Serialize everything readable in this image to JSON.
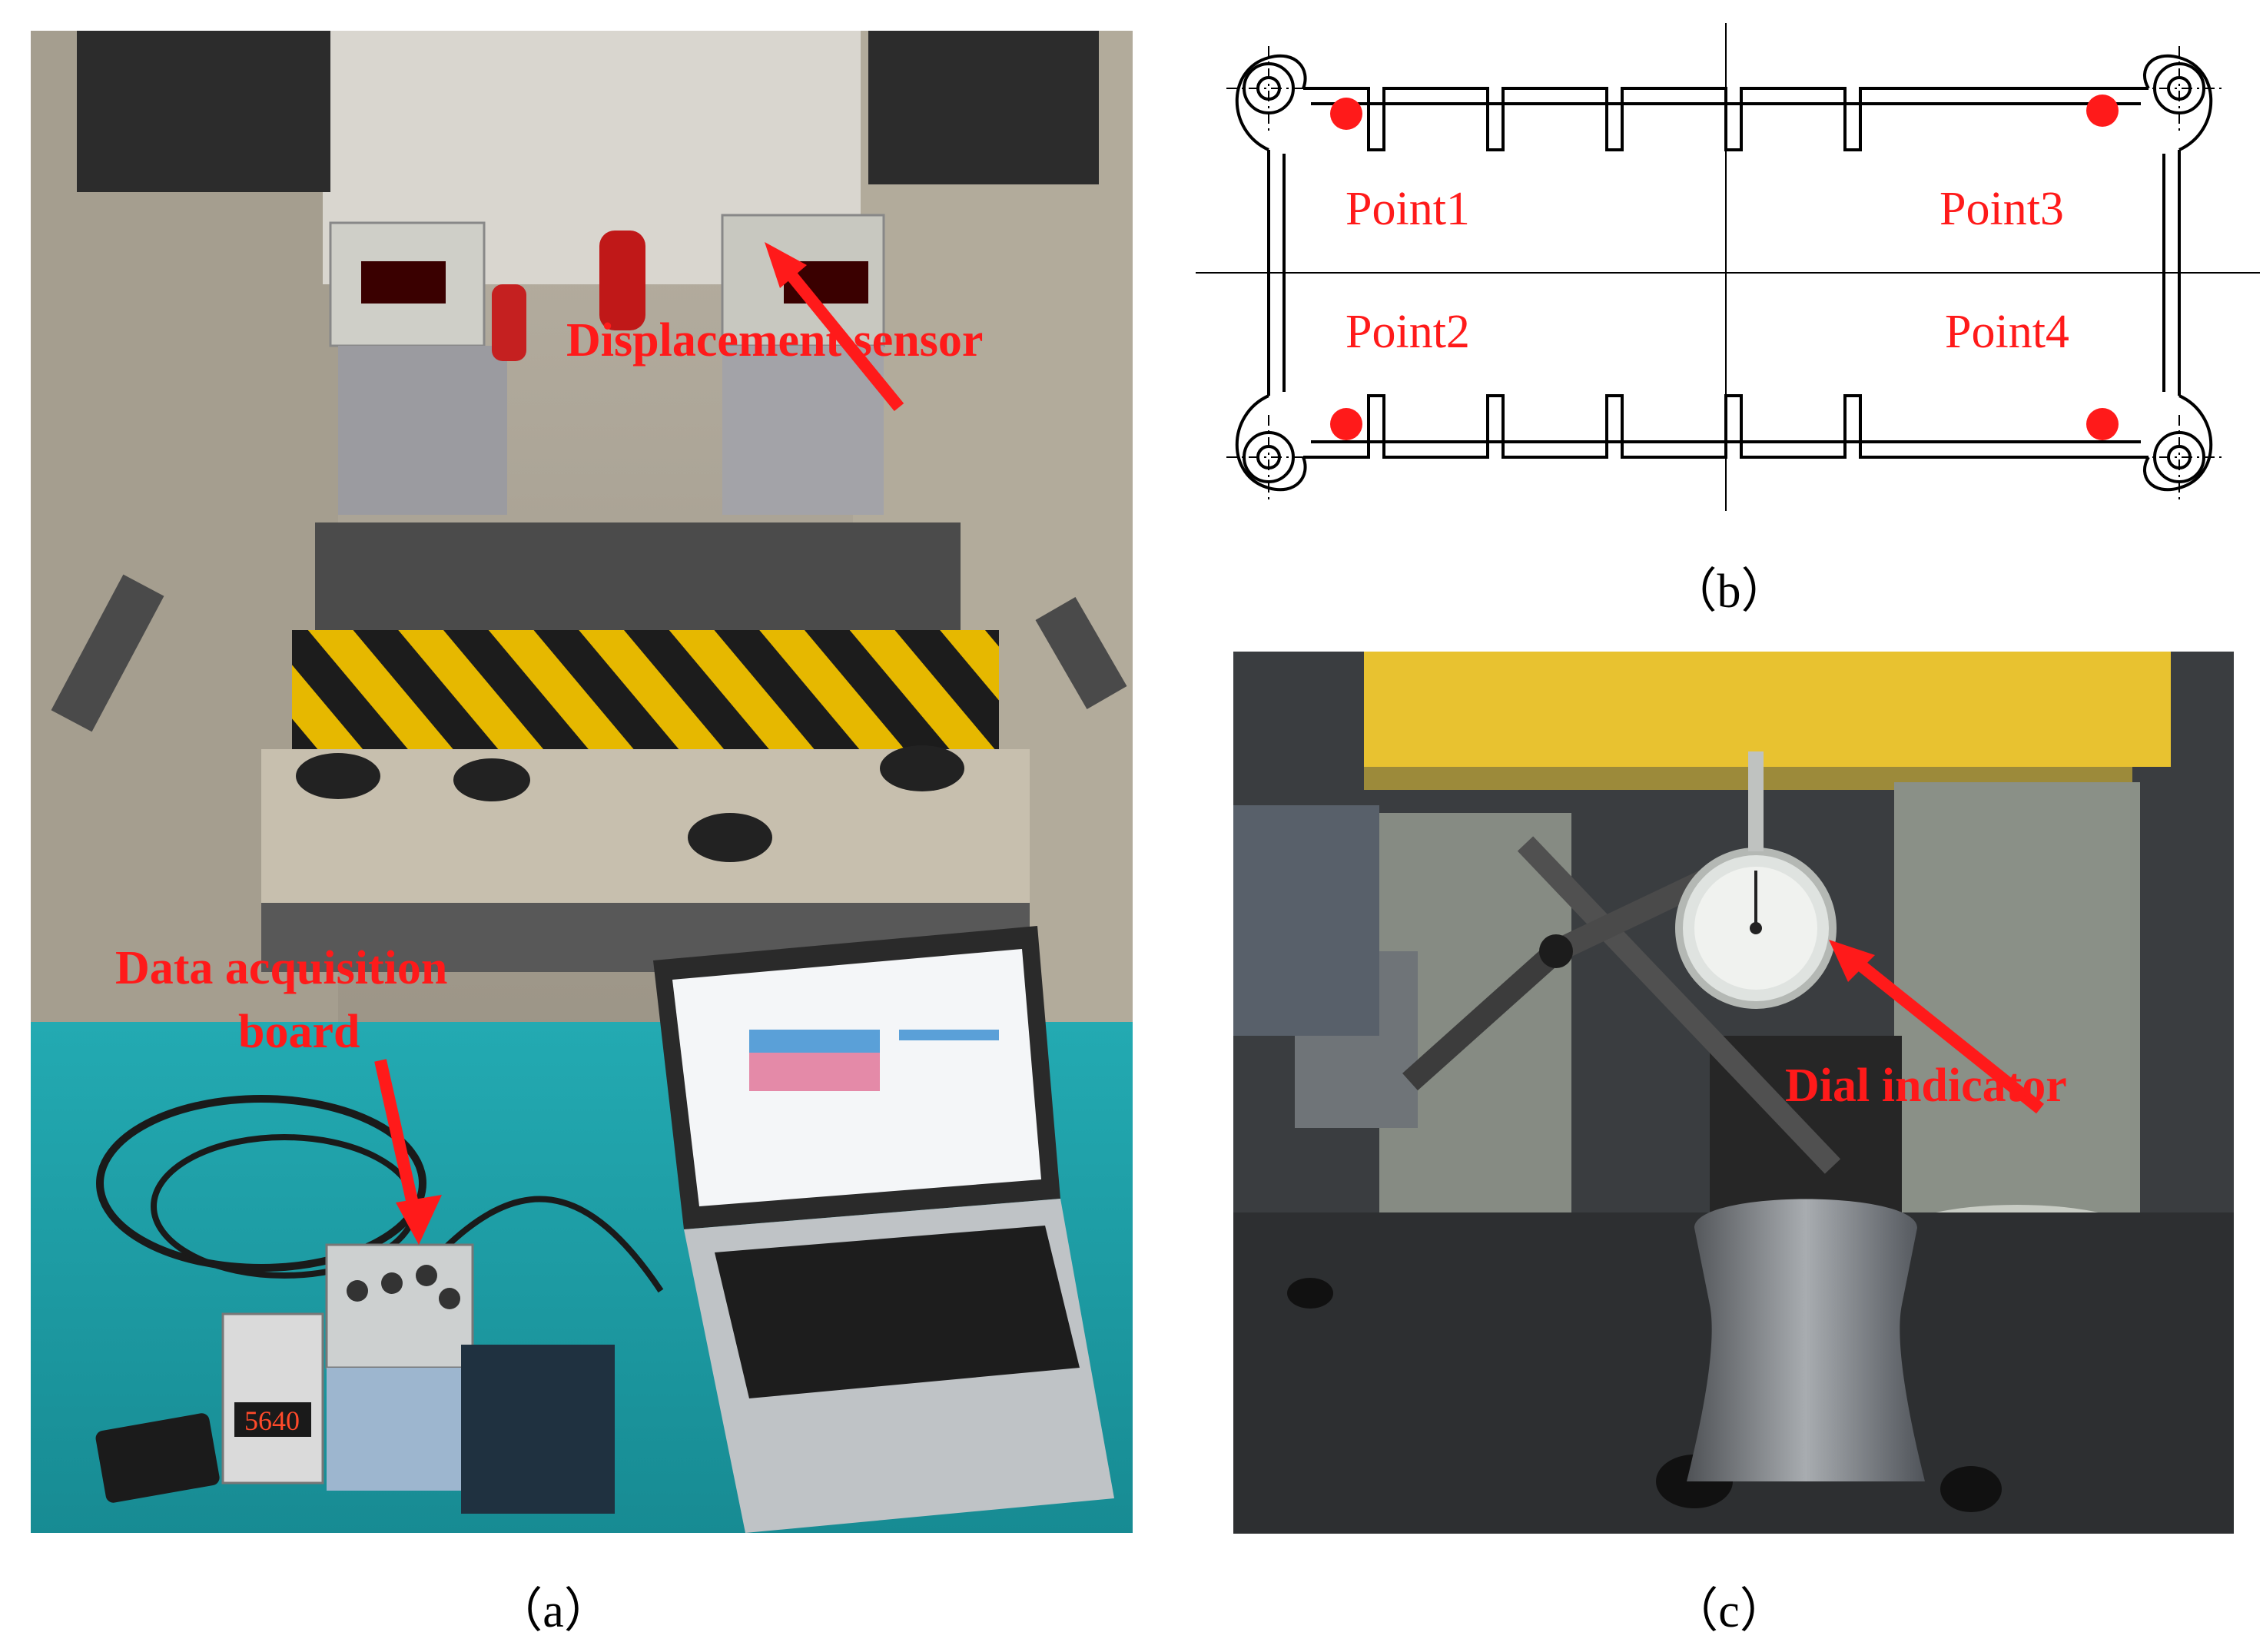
{
  "panels": {
    "a": {
      "caption": "（a）",
      "labels": {
        "displacement_sensor": "Displacement sensor",
        "data_acquisition_line1": "Data acquisition",
        "data_acquisition_line2": "board"
      },
      "digit_display": "5640"
    },
    "b": {
      "caption": "（b）",
      "points": [
        "Point1",
        "Point2",
        "Point3",
        "Point4"
      ]
    },
    "c": {
      "caption": "（c）",
      "labels": {
        "dial_indicator": "Dial indicator"
      }
    }
  },
  "colors": {
    "annotation_red": "#ff1a1a",
    "table_cyan": "#1fa0a8",
    "hazard_yellow": "#e6b800",
    "press_yellow": "#e8c230",
    "steel_gray": "#6f7478"
  }
}
